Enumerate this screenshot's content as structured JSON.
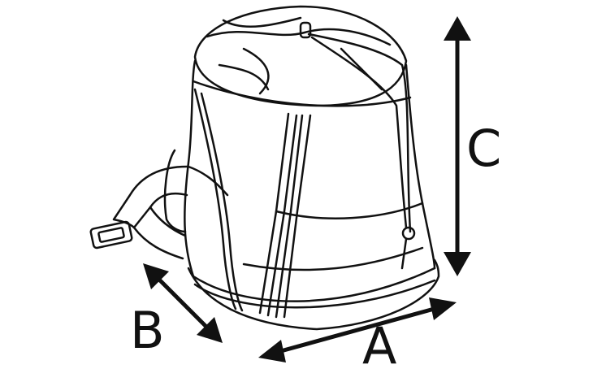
{
  "diagram": {
    "subject": "backpack",
    "dimensions": [
      {
        "label": "A"
      },
      {
        "label": "B"
      },
      {
        "label": "C"
      }
    ],
    "colors": {
      "line": "#111111",
      "background": "#ffffff"
    }
  }
}
